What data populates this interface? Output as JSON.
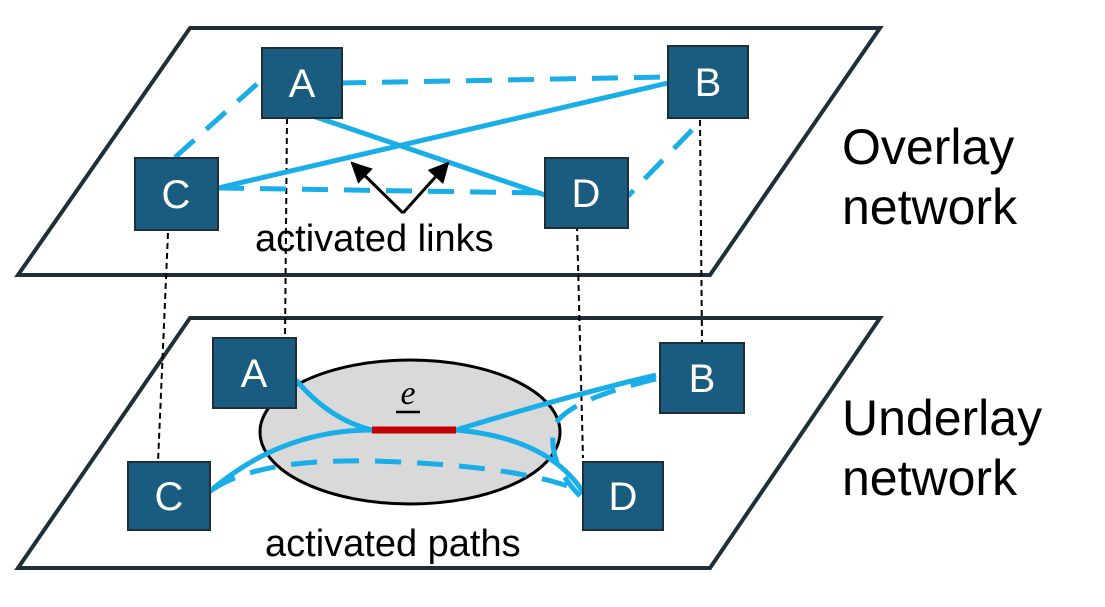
{
  "overlay": {
    "label_line1": "Overlay",
    "label_line2": "network",
    "caption": "activated links",
    "nodes": {
      "a": "A",
      "b": "B",
      "c": "C",
      "d": "D"
    }
  },
  "underlay": {
    "label_line1": "Underlay",
    "label_line2": "network",
    "caption": "activated paths",
    "edge_label": "e",
    "nodes": {
      "a": "A",
      "b": "B",
      "c": "C",
      "d": "D"
    }
  },
  "colors": {
    "node_fill": "#1a5b80",
    "node_text": "#ffffff",
    "link": "#19aee8",
    "edge": "#c00000",
    "region_fill": "#d9d9d9",
    "plane_stroke": "#1f2f3a"
  }
}
